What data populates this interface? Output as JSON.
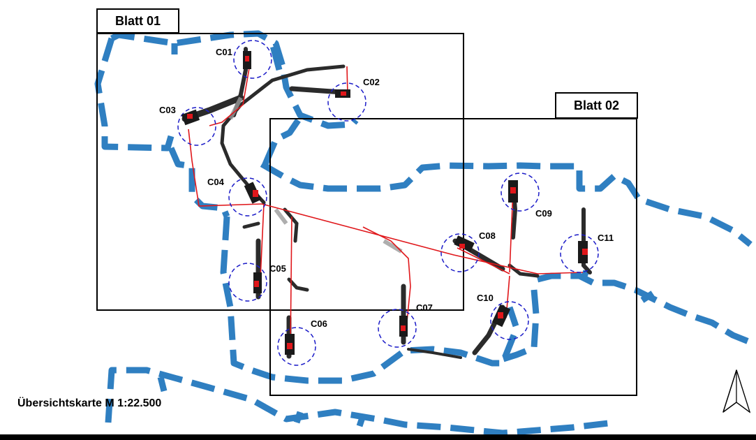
{
  "sheets": [
    {
      "id": "tab01",
      "label": "Blatt 01"
    },
    {
      "id": "tab02",
      "label": "Blatt 02"
    }
  ],
  "sites": [
    {
      "id": "C01",
      "label": "C01"
    },
    {
      "id": "C02",
      "label": "C02"
    },
    {
      "id": "C03",
      "label": "C03"
    },
    {
      "id": "C04",
      "label": "C04"
    },
    {
      "id": "C05",
      "label": "C05"
    },
    {
      "id": "C06",
      "label": "C06"
    },
    {
      "id": "C07",
      "label": "C07"
    },
    {
      "id": "C08",
      "label": "C08"
    },
    {
      "id": "C09",
      "label": "C09"
    },
    {
      "id": "C10",
      "label": "C10"
    },
    {
      "id": "C11",
      "label": "C11"
    }
  ],
  "caption": "Übersichtskarte M 1:22.500",
  "colors": {
    "boundary": "#2f7fc1",
    "route": "#e0171b",
    "buffer": "#1c1cc8",
    "infrastructure": "#2b2b2b",
    "frame": "#000000"
  },
  "icons": {
    "north": "north-arrow-icon"
  }
}
